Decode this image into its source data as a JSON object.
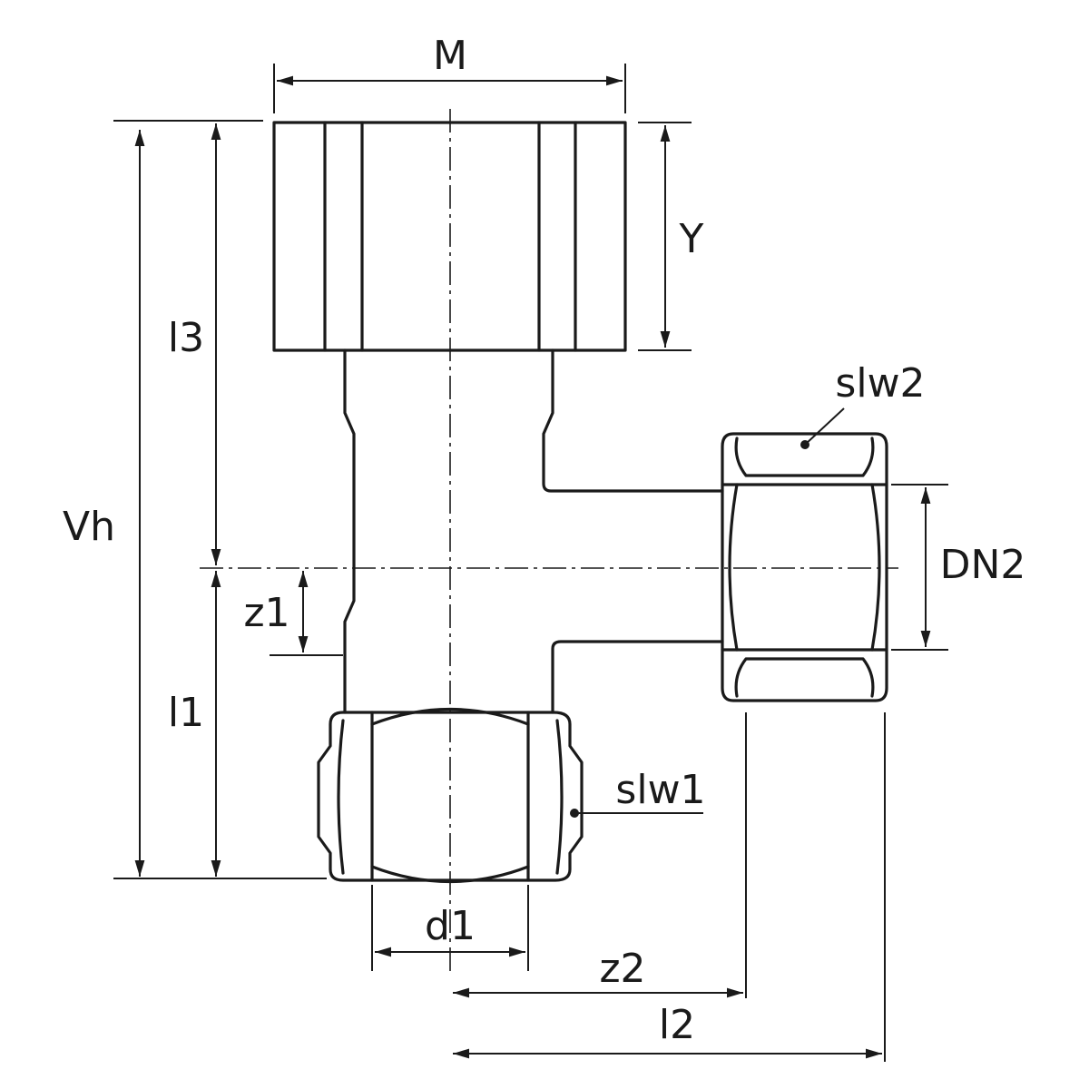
{
  "labels": {
    "M": "M",
    "Y": "Y",
    "l3": "l3",
    "Vh": "Vh",
    "z1": "z1",
    "l1": "l1",
    "slw1": "slw1",
    "slw2": "slw2",
    "DN2": "DN2",
    "d1": "d1",
    "z2": "z2",
    "l2": "l2"
  }
}
